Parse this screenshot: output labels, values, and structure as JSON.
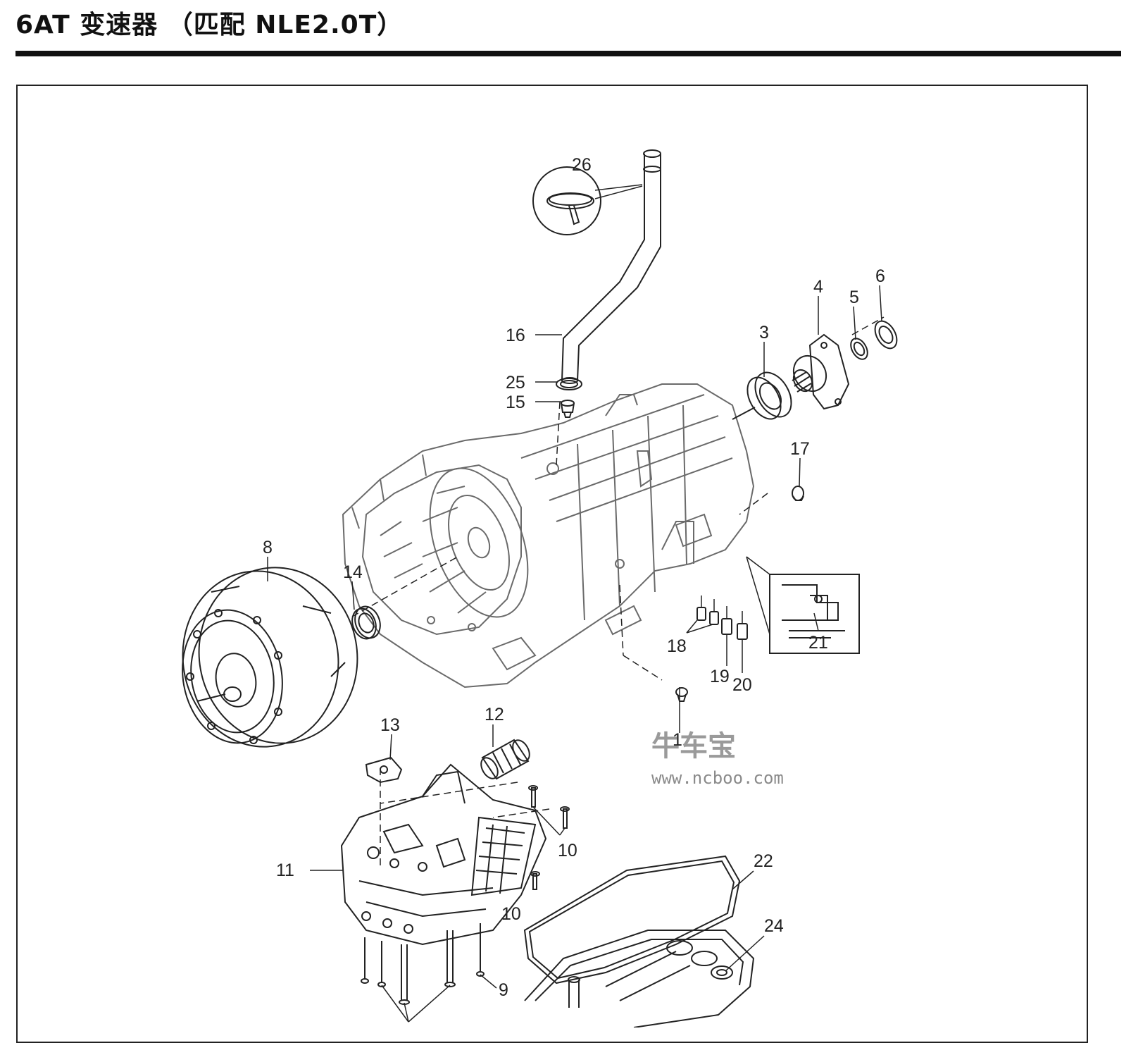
{
  "page": {
    "title": "6AT 变速器 （匹配 NLE2.0T）"
  },
  "watermark": {
    "brand": "牛车宝",
    "url": "www.ncboo.com"
  },
  "callouts": [
    {
      "id": "c1",
      "label": "1"
    },
    {
      "id": "c3",
      "label": "3"
    },
    {
      "id": "c4",
      "label": "4"
    },
    {
      "id": "c5",
      "label": "5"
    },
    {
      "id": "c6",
      "label": "6"
    },
    {
      "id": "c8",
      "label": "8"
    },
    {
      "id": "c9",
      "label": "9"
    },
    {
      "id": "c10a",
      "label": "10"
    },
    {
      "id": "c10b",
      "label": "10"
    },
    {
      "id": "c11",
      "label": "11"
    },
    {
      "id": "c12",
      "label": "12"
    },
    {
      "id": "c13",
      "label": "13"
    },
    {
      "id": "c14",
      "label": "14"
    },
    {
      "id": "c15",
      "label": "15"
    },
    {
      "id": "c16",
      "label": "16"
    },
    {
      "id": "c17",
      "label": "17"
    },
    {
      "id": "c18",
      "label": "18"
    },
    {
      "id": "c19",
      "label": "19"
    },
    {
      "id": "c20",
      "label": "20"
    },
    {
      "id": "c21",
      "label": "21"
    },
    {
      "id": "c22",
      "label": "22"
    },
    {
      "id": "c24",
      "label": "24"
    },
    {
      "id": "c25",
      "label": "25"
    },
    {
      "id": "c26",
      "label": "26"
    }
  ],
  "colors": {
    "line": "#222222",
    "housing": "#6a6a6a",
    "watermark": "#9a9a9a"
  }
}
